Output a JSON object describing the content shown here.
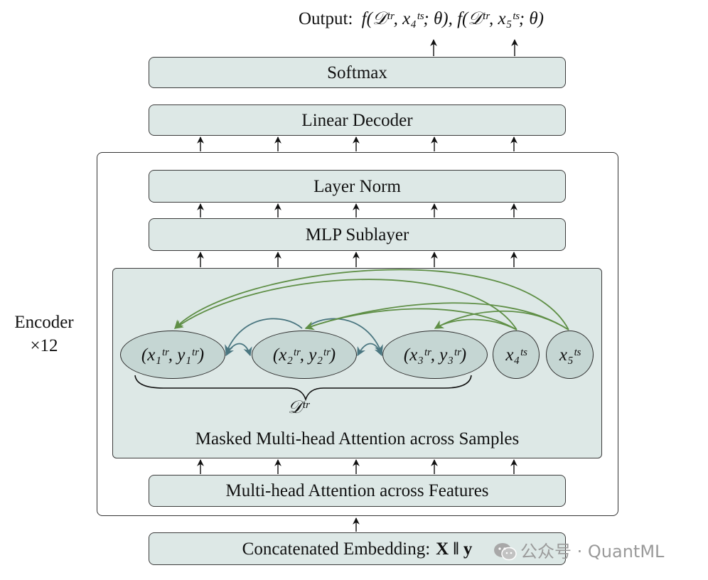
{
  "output": {
    "label": "Output:",
    "formula": "f(𝒟ᵗʳ, x₄ᵗˢ; θ), f(𝒟ᵗʳ, x₅ᵗˢ; θ)"
  },
  "blocks": {
    "softmax": "Softmax",
    "linear_decoder": "Linear Decoder",
    "layer_norm": "Layer Norm",
    "mlp": "MLP Sublayer",
    "masked_attention": "Masked Multi-head Attention across Samples",
    "feature_attention": "Multi-head Attention across Features",
    "embedding": "Concatenated Embedding:",
    "embedding_formula": "X ‖ y"
  },
  "encoder": {
    "label": "Encoder",
    "repeat": "×12"
  },
  "nodes": [
    {
      "label": "(x₁ᵗʳ, y₁ᵗʳ)"
    },
    {
      "label": "(x₂ᵗʳ, y₂ᵗʳ)"
    },
    {
      "label": "(x₃ᵗʳ, y₃ᵗʳ)"
    },
    {
      "label": "x₄ᵗˢ"
    },
    {
      "label": "x₅ᵗˢ"
    }
  ],
  "train_set_label": "𝒟ᵗʳ",
  "watermark": {
    "text": "公众号 · QuantML",
    "icon": "wechat-icon"
  },
  "colors": {
    "block_fill": "#dde8e6",
    "node_fill": "#c5d6d3",
    "green_arrow": "#5f8f46",
    "teal_arrow": "#4a7680"
  }
}
